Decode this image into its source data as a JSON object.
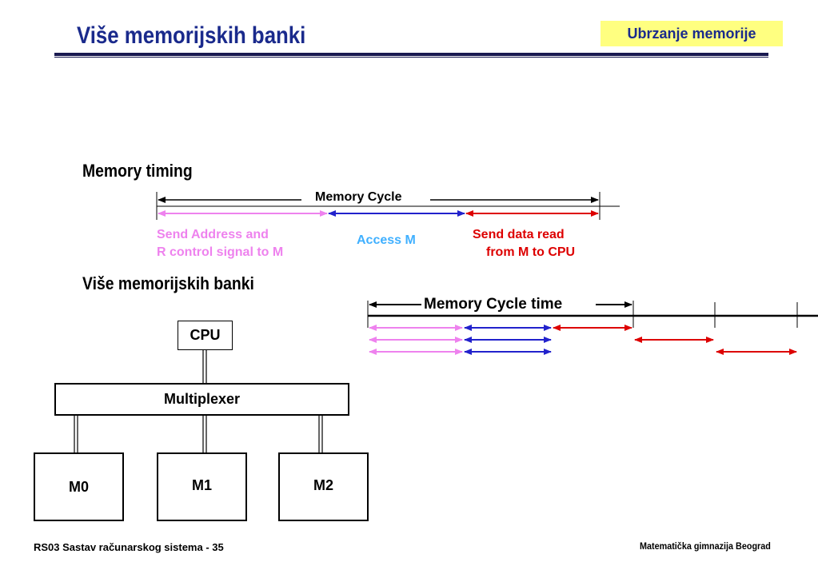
{
  "header": {
    "title": "Više memorijskih banki",
    "badge": "Ubrzanje memorije"
  },
  "timing_section": {
    "heading": "Memory timing",
    "cycle_label": "Memory Cycle",
    "phase_send_line1": "Send  Address and",
    "phase_send_line2": "R control signal to M",
    "phase_access": "Access M",
    "phase_return_line1": "Send  data read",
    "phase_return_line2": "from M to CPU"
  },
  "banks_section": {
    "heading": "Više memorijskih banki",
    "cycle_time_label": "Memory Cycle time",
    "cpu": "CPU",
    "multiplexer": "Multiplexer",
    "banks": [
      "M0",
      "M1",
      "M2"
    ]
  },
  "colors": {
    "send": "#ee82ee",
    "access": "#2222cc",
    "return": "#dd0000",
    "access_label": "#40b0ff",
    "title": "#1a2a8c",
    "badge_bg": "#ffff80"
  },
  "footer": {
    "left": "RS03 Sastav računarskog sistema - 35",
    "right": "Matematička gimnazija Beograd"
  }
}
